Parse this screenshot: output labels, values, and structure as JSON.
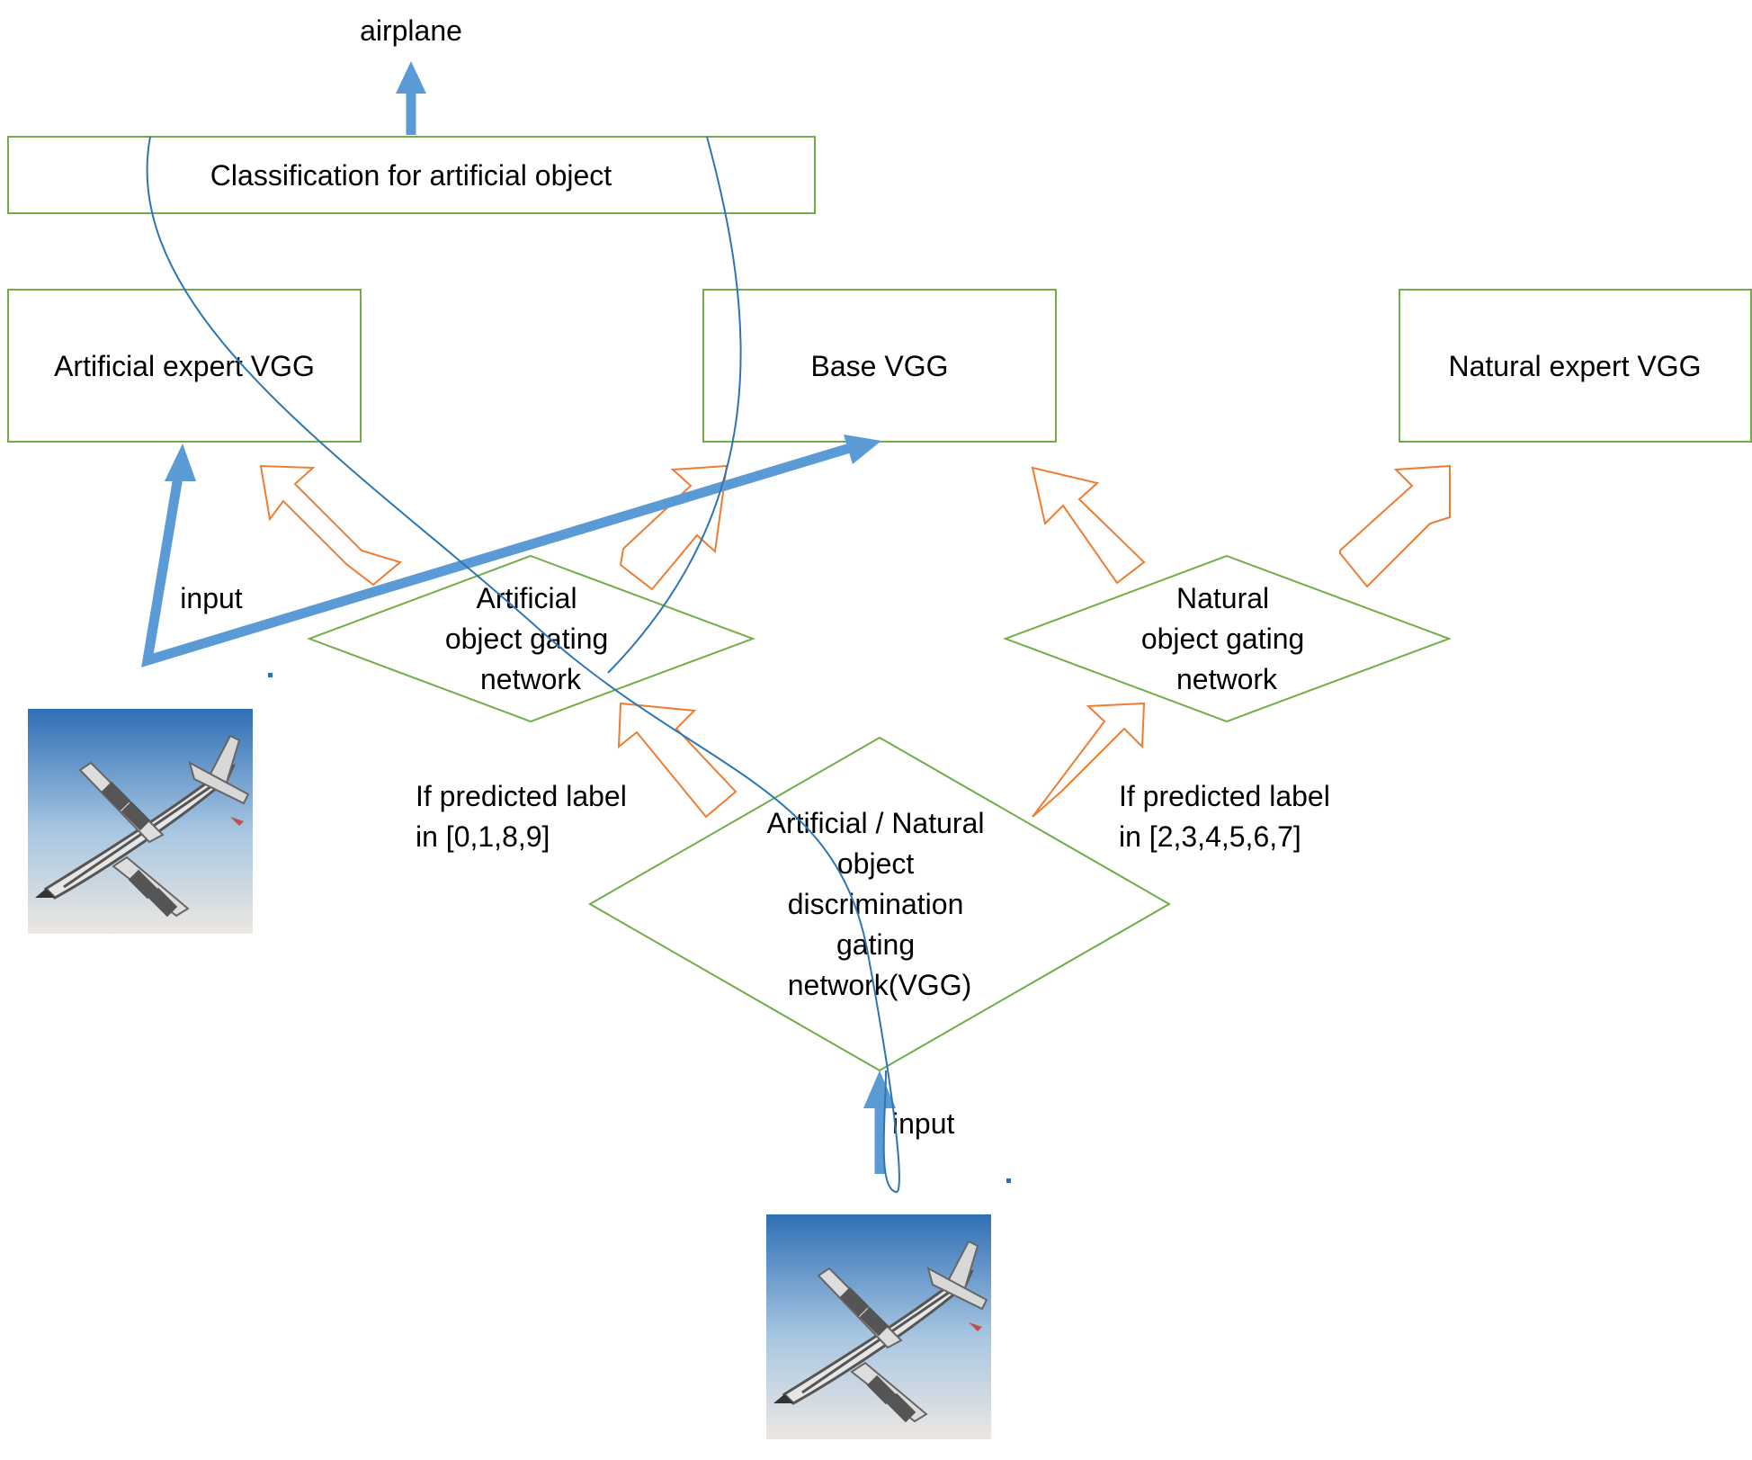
{
  "output_label": "airplane",
  "boxes": {
    "classifier": "Classification for artificial object",
    "artificial_expert": "Artificial expert VGG",
    "base": "Base VGG",
    "natural_expert": "Natural expert VGG"
  },
  "gates": {
    "artificial": [
      "Artificial",
      "object gating",
      "network"
    ],
    "natural": [
      "Natural",
      "object gating",
      "network"
    ],
    "discrimination": [
      "Artificial / Natural",
      "object",
      "discrimination",
      "gating",
      "network(VGG)"
    ]
  },
  "conditions": {
    "artificial": [
      "If predicted label",
      "in [0,1,8,9]"
    ],
    "natural": [
      "If predicted label",
      "in [2,3,4,5,6,7]"
    ]
  },
  "input_labels": {
    "top": "input",
    "bottom": "input"
  },
  "colors": {
    "box_border": "#70ad47",
    "blue_arrow": "#5b9bd5",
    "orange_arrow": "#ed7d31",
    "thin_curve": "#2e75b6"
  },
  "images": {
    "top": "airplane-image",
    "bottom": "airplane-image"
  }
}
